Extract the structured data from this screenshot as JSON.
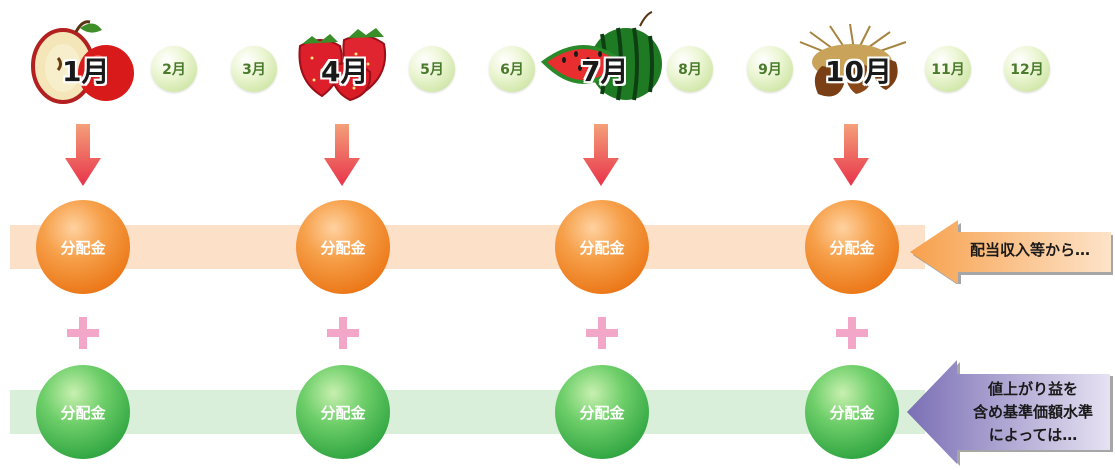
{
  "months": {
    "m1": "1月",
    "m2": "2月",
    "m3": "3月",
    "m4": "4月",
    "m5": "5月",
    "m6": "6月",
    "m7": "7月",
    "m8": "8月",
    "m9": "9月",
    "m10": "10月",
    "m11": "11月",
    "m12": "12月"
  },
  "distribution_label": "分配金",
  "side_labels": {
    "dividend": "配当収入等から…",
    "gains_line1": "値上がり益を",
    "gains_line2": "含め基準価額水準",
    "gains_line3": "によっては…"
  },
  "colors": {
    "orange": "#ec7a1b",
    "green": "#34a844",
    "arrow_red": "#e8334a",
    "plus_pink": "#f3a7c8",
    "side_orange": "#f7a04c",
    "side_purple": "#7b6fb5"
  },
  "icons": [
    "apple-icon",
    "strawberry-icon",
    "watermelon-icon",
    "chestnut-icon"
  ]
}
